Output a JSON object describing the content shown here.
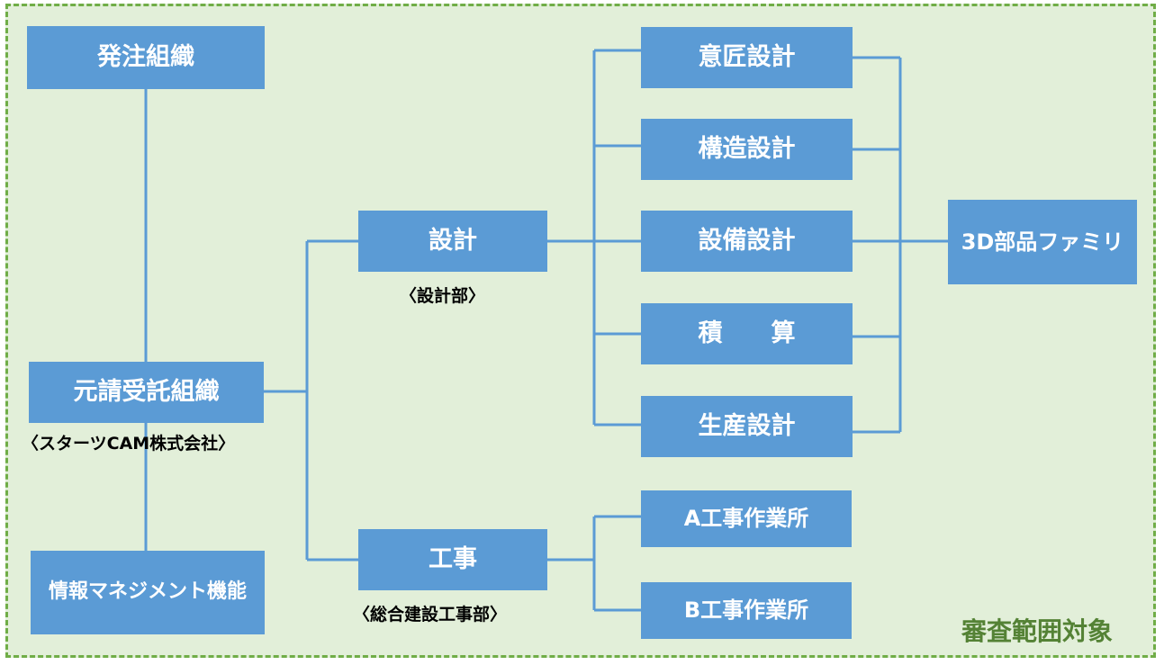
{
  "boxes": {
    "ordering_org": "発注組織",
    "prime_contractor": "元請受託組織",
    "info_mgmt_line1": "情報マネジメント",
    "info_mgmt_line2": "機能",
    "design": "設計",
    "construction": "工事",
    "architectural_design": "意匠設計",
    "structural_design": "構造設計",
    "mep_design": "設備設計",
    "estimation": "積　　算",
    "production_design": "生産設計",
    "site_a": "A工事作業所",
    "site_b": "B工事作業所",
    "parts_line1": "3D部品",
    "parts_line2": "ファミリ"
  },
  "captions": {
    "prime_contractor_company": "〈スターツCAM株式会社〉",
    "design_dept": "〈設計部〉",
    "construction_dept": "〈総合建設工事部〉"
  },
  "scope_label": "審査範囲対象",
  "colors": {
    "box_fill": "#5b9bd5",
    "connector": "#5b9bd5",
    "frame_fill": "#e2efd9",
    "frame_border": "#70ad47",
    "scope_text": "#548235"
  }
}
